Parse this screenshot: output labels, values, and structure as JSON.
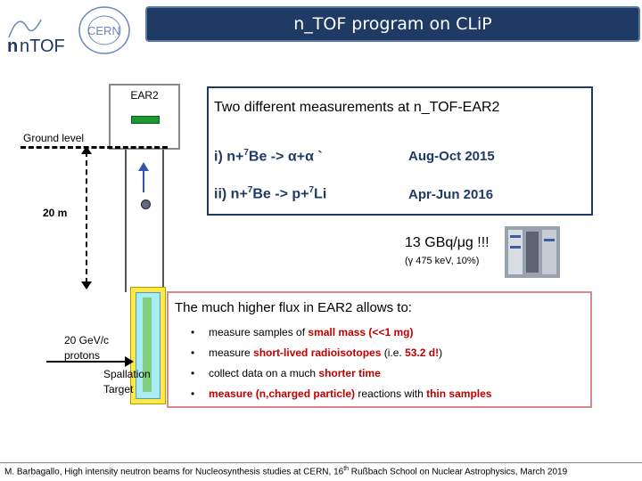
{
  "header": {
    "title": "n_TOF program on CLiP",
    "logo_ntof": "nTOF",
    "logo_cern": "CERN"
  },
  "diagram": {
    "ear2_label": "EAR2",
    "ground_level_label": "Ground level",
    "distance_label": "20 m",
    "proton_label_line1": "20 GeV/c",
    "proton_label_line2": "protons",
    "spallation_line1": "Spallation",
    "spallation_line2": "Target"
  },
  "measurements": {
    "title": "Two different measurements at n_TOF-EAR2",
    "rows": [
      {
        "label_pre": "i) n+",
        "sup": "7",
        "label_post": "Be -> α+α `",
        "date": "Aug-Oct 2015"
      },
      {
        "label_pre": "ii) n+",
        "sup": "7",
        "label_post": "Be -> p+",
        "sup2": "7",
        "label_post2": "Li",
        "date": "Apr-Jun 2016"
      }
    ]
  },
  "activity": {
    "value": "13 GBq/μg !!!",
    "note": "(γ 475 keV, 10%)"
  },
  "advantages": {
    "title": "The much higher flux in EAR2 allows to:",
    "items": [
      {
        "pre": "measure samples of ",
        "hl": "small mass (<<1 mg)",
        "post": ""
      },
      {
        "pre": "measure ",
        "hl": "short-lived radioisotopes",
        "post": " (i.e. ",
        "hl2": "53.2 d!",
        "post2": ")"
      },
      {
        "pre": "collect data on a much ",
        "hl": "shorter time",
        "post": ""
      },
      {
        "pre": "",
        "hl": "measure (n,charged particle)",
        "post": " reactions with ",
        "hl2": "thin samples",
        "post2": ""
      }
    ]
  },
  "footer": {
    "text_pre": "M. Barbagallo, High intensity neutron beams for Nucleosynthesis studies at CERN, 16",
    "sup": "th",
    "text_post": " Rußbach School on Nuclear Astrophysics, March  2019"
  },
  "colors": {
    "title_bg": "#1f3a64",
    "highlight_red": "#c00000",
    "box_border_blue": "#1f3a64",
    "box_border_red": "#d98787",
    "detector_green": "#1b9a31"
  }
}
